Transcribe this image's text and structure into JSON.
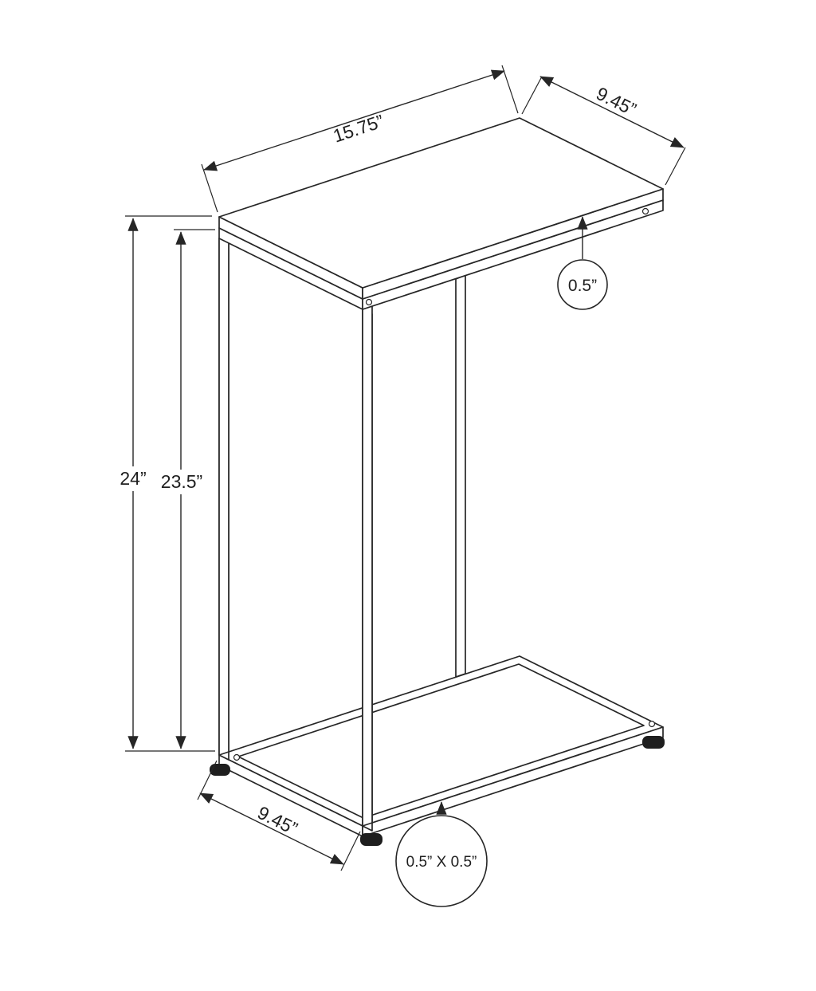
{
  "diagram": {
    "title": "c-shape-accent-table-dimension-diagram",
    "colors": {
      "line": "#262626",
      "background": "#ffffff",
      "feet": "#1e1e1e"
    },
    "dimensions": {
      "top_length": "15.75”",
      "top_depth": "9.45”",
      "top_thickness": "0.5”",
      "overall_height": "24”",
      "inner_height": "23.5”",
      "base_depth": "9.45”",
      "tube_size": "0.5” X 0.5”"
    }
  }
}
